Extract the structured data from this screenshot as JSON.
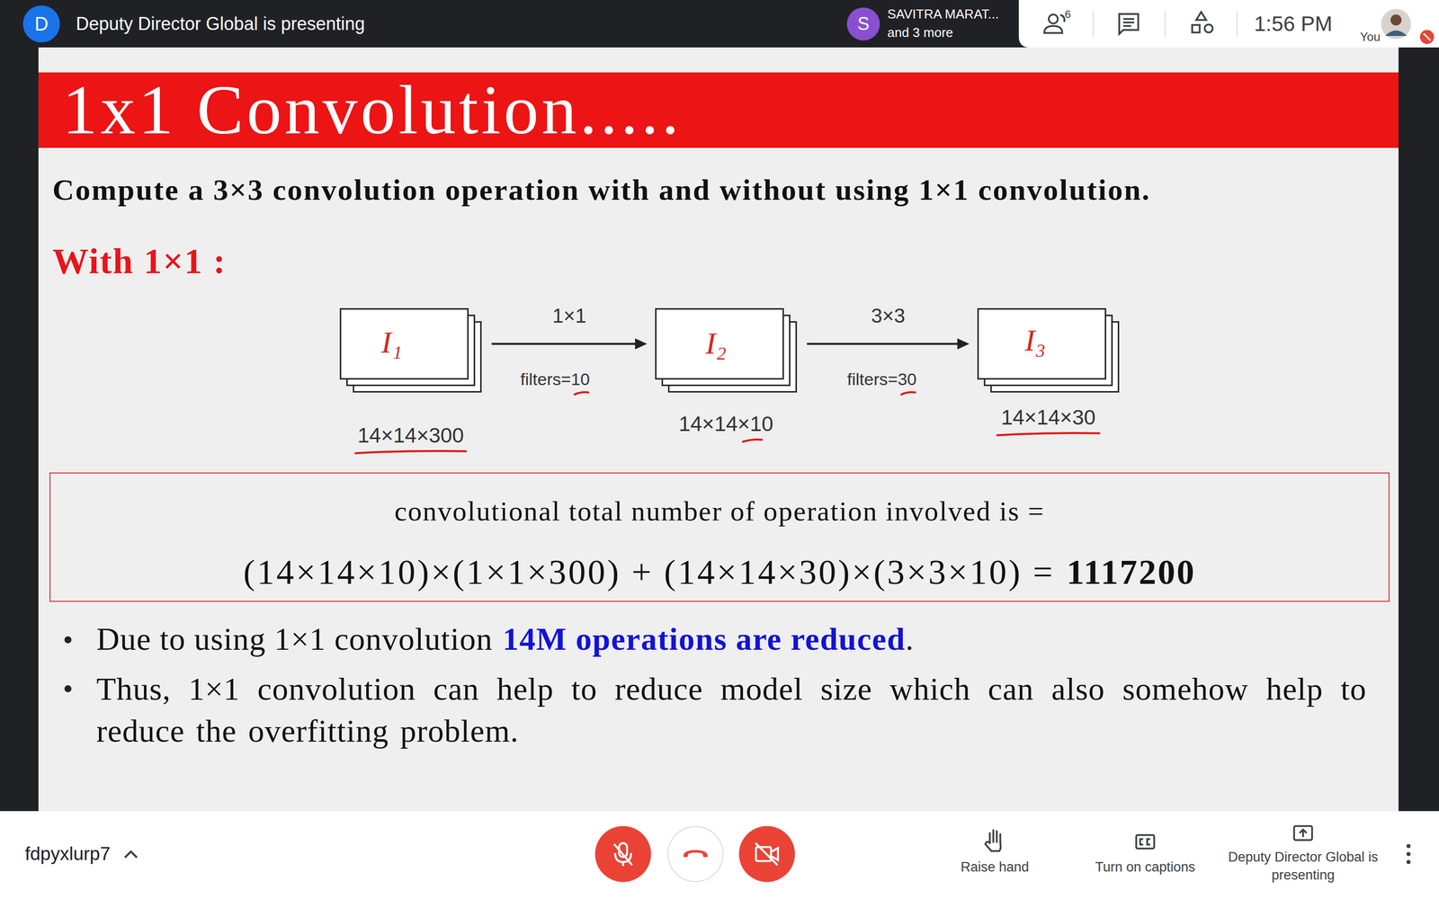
{
  "diagram": {
    "title": "1x1 Convolution.....",
    "nodes": [
      {
        "text": [
          "I₁",
          "14×14×300"
        ]
      },
      {
        "text": [
          "I₂",
          "14×14×10"
        ]
      },
      {
        "text": [
          "I₃",
          "14×14×30"
        ]
      },
      {
        "text": [
          "convolutional total number of operation involved is =",
          "(14×14×10)×(1×1×300) + (14×14×30)×(3×3×10) =",
          "1117200"
        ]
      }
    ],
    "edges": [
      {
        "from": 0,
        "to": 1,
        "arrow": "to",
        "label": "1×1"
      },
      {
        "from": 1,
        "to": 2,
        "arrow": "to",
        "label": "3×3"
      }
    ],
    "labels": [
      "D",
      "Deputy Director Global is presenting",
      "S",
      "SAVITRA MARAT...",
      "and 3 more",
      "6",
      "1:56 PM",
      "You",
      "Compute a 3×3 convolution operation with and without using 1×1 convolution.",
      "With 1×1 :",
      "filters=10",
      "filters=30",
      "Due to using 1×1 convolution",
      "14M operations are reduced",
      ".",
      "Thus, 1×1 convolution can help to reduce model size which can also somehow help to reduce the overfitting problem.",
      "fdpyxlurp7",
      "Raise hand",
      "Turn on captions",
      "Deputy Director Global is presenting"
    ]
  }
}
